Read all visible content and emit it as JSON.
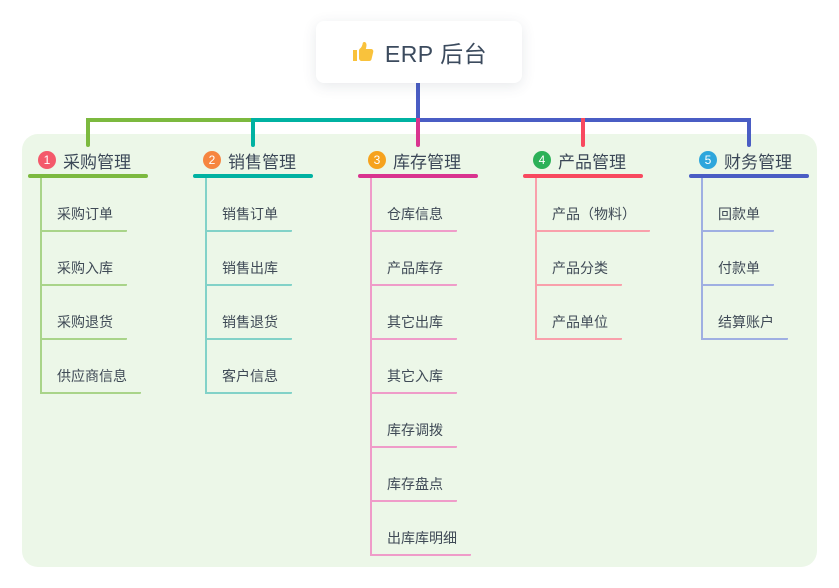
{
  "root": {
    "title": "ERP 后台",
    "icon": "thumbs-up-icon",
    "connector_color": "#4a5dc4"
  },
  "panel_color": "#ecf7e8",
  "branches": [
    {
      "badge": "1",
      "title": "采购管理",
      "color": "#7cb93f",
      "light_color": "#a9d489",
      "badge_color": "#f4596b",
      "children": [
        "采购订单",
        "采购入库",
        "采购退货",
        "供应商信息"
      ]
    },
    {
      "badge": "2",
      "title": "销售管理",
      "color": "#00b2a2",
      "light_color": "#82d2c8",
      "badge_color": "#f68540",
      "children": [
        "销售订单",
        "销售出库",
        "销售退货",
        "客户信息"
      ]
    },
    {
      "badge": "3",
      "title": "库存管理",
      "color": "#d9348f",
      "light_color": "#ef9cc9",
      "badge_color": "#f6a21e",
      "children": [
        "仓库信息",
        "产品库存",
        "其它出库",
        "其它入库",
        "库存调拨",
        "库存盘点",
        "出库库明细"
      ]
    },
    {
      "badge": "4",
      "title": "产品管理",
      "color": "#f8495f",
      "light_color": "#f9a0ab",
      "badge_color": "#2cb158",
      "children": [
        "产品（物料）",
        "产品分类",
        "产品单位"
      ]
    },
    {
      "badge": "5",
      "title": "财务管理",
      "color": "#4a5dc4",
      "light_color": "#9fafe2",
      "badge_color": "#2ea6dc",
      "children": [
        "回款单",
        "付款单",
        "结算账户"
      ]
    }
  ]
}
